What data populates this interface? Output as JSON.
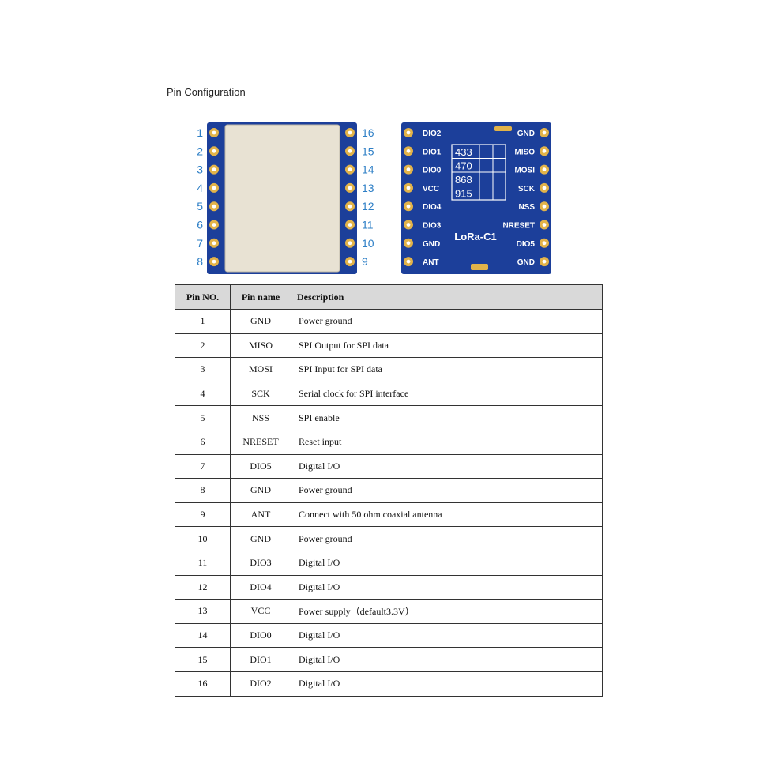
{
  "heading": "Pin Configuration",
  "colors": {
    "pcb": "#1c3f9a",
    "pad": "#e2b349",
    "shield": "#e8e2d3",
    "pin_number": "#2e7fc6"
  },
  "figure": {
    "left_numbers": [
      "1",
      "2",
      "3",
      "4",
      "5",
      "6",
      "7",
      "8"
    ],
    "right_numbers": [
      "16",
      "15",
      "14",
      "13",
      "12",
      "11",
      "10",
      "9"
    ],
    "board_left_labels": [
      "DIO2",
      "DIO1",
      "DIO0",
      "VCC",
      "DIO4",
      "DIO3",
      "GND",
      "ANT"
    ],
    "board_right_labels": [
      "GND",
      "MISO",
      "MOSI",
      "SCK",
      "NSS",
      "NRESET",
      "DIO5",
      "GND"
    ],
    "freq_labels": [
      "433",
      "470",
      "868",
      "915"
    ],
    "board_name": "LoRa-C1"
  },
  "table": {
    "headers": [
      "Pin NO.",
      "Pin name",
      "Description"
    ],
    "rows": [
      [
        "1",
        "GND",
        "Power ground"
      ],
      [
        "2",
        "MISO",
        "SPI Output for SPI data"
      ],
      [
        "3",
        "MOSI",
        "SPI Input for SPI data"
      ],
      [
        "4",
        "SCK",
        "Serial clock for SPI interface"
      ],
      [
        "5",
        "NSS",
        "SPI enable"
      ],
      [
        "6",
        "NRESET",
        "Reset input"
      ],
      [
        "7",
        "DIO5",
        "Digital I/O"
      ],
      [
        "8",
        "GND",
        "Power ground"
      ],
      [
        "9",
        "ANT",
        "Connect with 50 ohm coaxial antenna"
      ],
      [
        "10",
        "GND",
        "Power ground"
      ],
      [
        "11",
        "DIO3",
        "Digital I/O"
      ],
      [
        "12",
        "DIO4",
        "Digital I/O"
      ],
      [
        "13",
        "VCC",
        "Power supply（default3.3V）"
      ],
      [
        "14",
        "DIO0",
        "Digital I/O"
      ],
      [
        "15",
        "DIO1",
        "Digital I/O"
      ],
      [
        "16",
        "DIO2",
        "Digital I/O"
      ]
    ]
  }
}
